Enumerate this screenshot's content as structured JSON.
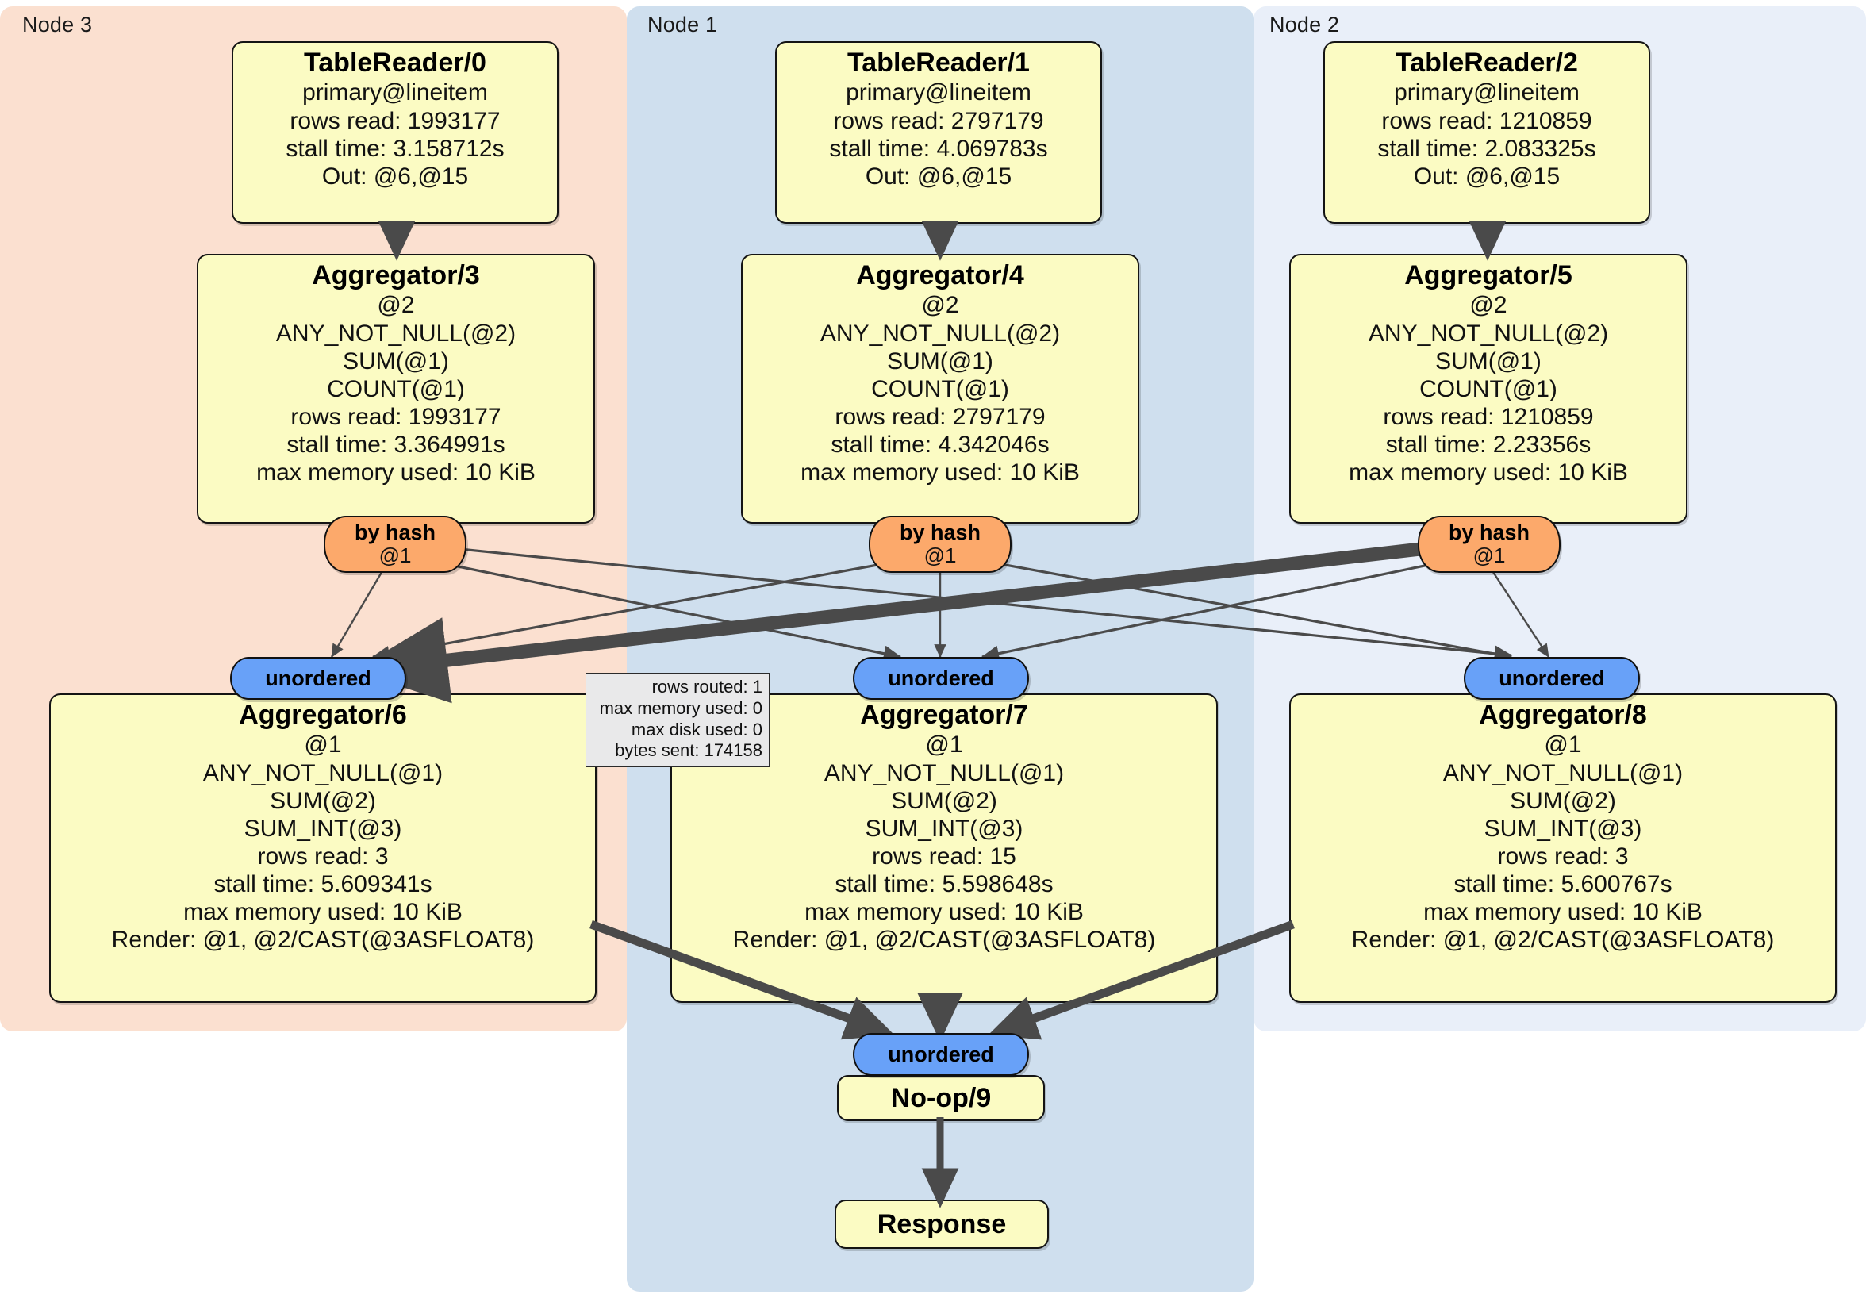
{
  "diagram": {
    "title": "Distributed query execution plan",
    "colors": {
      "processor_fill": "#fbfbc3",
      "router_fill": "#fca96b",
      "sync_fill": "#68a1f8",
      "stats_fill": "#e9e9ea",
      "node3_panel": "#fbe0d0",
      "node1_panel": "#cfdfee",
      "node2_panel": "#e9eff9",
      "edge": "#4a4a4a",
      "border": "#111111"
    }
  },
  "clusters": [
    {
      "label": "Node 3"
    },
    {
      "label": "Node 1"
    },
    {
      "label": "Node 2"
    }
  ],
  "processors": {
    "table_reader_0": {
      "title": "TableReader/0",
      "lines": [
        "primary@lineitem",
        "rows read: 1993177",
        "stall time: 3.158712s",
        "Out: @6,@15"
      ]
    },
    "table_reader_1": {
      "title": "TableReader/1",
      "lines": [
        "primary@lineitem",
        "rows read: 2797179",
        "stall time: 4.069783s",
        "Out: @6,@15"
      ]
    },
    "table_reader_2": {
      "title": "TableReader/2",
      "lines": [
        "primary@lineitem",
        "rows read: 1210859",
        "stall time: 2.083325s",
        "Out: @6,@15"
      ]
    },
    "aggregator_3": {
      "title": "Aggregator/3",
      "lines": [
        "@2",
        "ANY_NOT_NULL(@2)",
        "SUM(@1)",
        "COUNT(@1)",
        "rows read: 1993177",
        "stall time: 3.364991s",
        "max memory used: 10 KiB"
      ]
    },
    "aggregator_4": {
      "title": "Aggregator/4",
      "lines": [
        "@2",
        "ANY_NOT_NULL(@2)",
        "SUM(@1)",
        "COUNT(@1)",
        "rows read: 2797179",
        "stall time: 4.342046s",
        "max memory used: 10 KiB"
      ]
    },
    "aggregator_5": {
      "title": "Aggregator/5",
      "lines": [
        "@2",
        "ANY_NOT_NULL(@2)",
        "SUM(@1)",
        "COUNT(@1)",
        "rows read: 1210859",
        "stall time: 2.23356s",
        "max memory used: 10 KiB"
      ]
    },
    "aggregator_6": {
      "title": "Aggregator/6",
      "lines": [
        "@1",
        "ANY_NOT_NULL(@1)",
        "SUM(@2)",
        "SUM_INT(@3)",
        "rows read: 3",
        "stall time: 5.609341s",
        "max memory used: 10 KiB",
        "Render: @1, @2/CAST(@3ASFLOAT8)"
      ]
    },
    "aggregator_7": {
      "title": "Aggregator/7",
      "lines": [
        "@1",
        "ANY_NOT_NULL(@1)",
        "SUM(@2)",
        "SUM_INT(@3)",
        "rows read: 15",
        "stall time: 5.598648s",
        "max memory used: 10 KiB",
        "Render: @1, @2/CAST(@3ASFLOAT8)"
      ]
    },
    "aggregator_8": {
      "title": "Aggregator/8",
      "lines": [
        "@1",
        "ANY_NOT_NULL(@1)",
        "SUM(@2)",
        "SUM_INT(@3)",
        "rows read: 3",
        "stall time: 5.600767s",
        "max memory used: 10 KiB",
        "Render: @1, @2/CAST(@3ASFLOAT8)"
      ]
    },
    "noop_9": {
      "title": "No-op/9",
      "lines": []
    },
    "response": {
      "title": "Response",
      "lines": []
    }
  },
  "routers": {
    "by_hash_3": {
      "title": "by hash",
      "sub": "@1"
    },
    "by_hash_4": {
      "title": "by hash",
      "sub": "@1"
    },
    "by_hash_5": {
      "title": "by hash",
      "sub": "@1"
    }
  },
  "sync": {
    "unordered_6": "unordered",
    "unordered_7": "unordered",
    "unordered_8": "unordered",
    "unordered_9": "unordered"
  },
  "stats_tooltip": {
    "lines": [
      "rows routed: 1",
      "max memory used: 0",
      "max disk used: 0",
      "bytes sent: 174158"
    ]
  }
}
